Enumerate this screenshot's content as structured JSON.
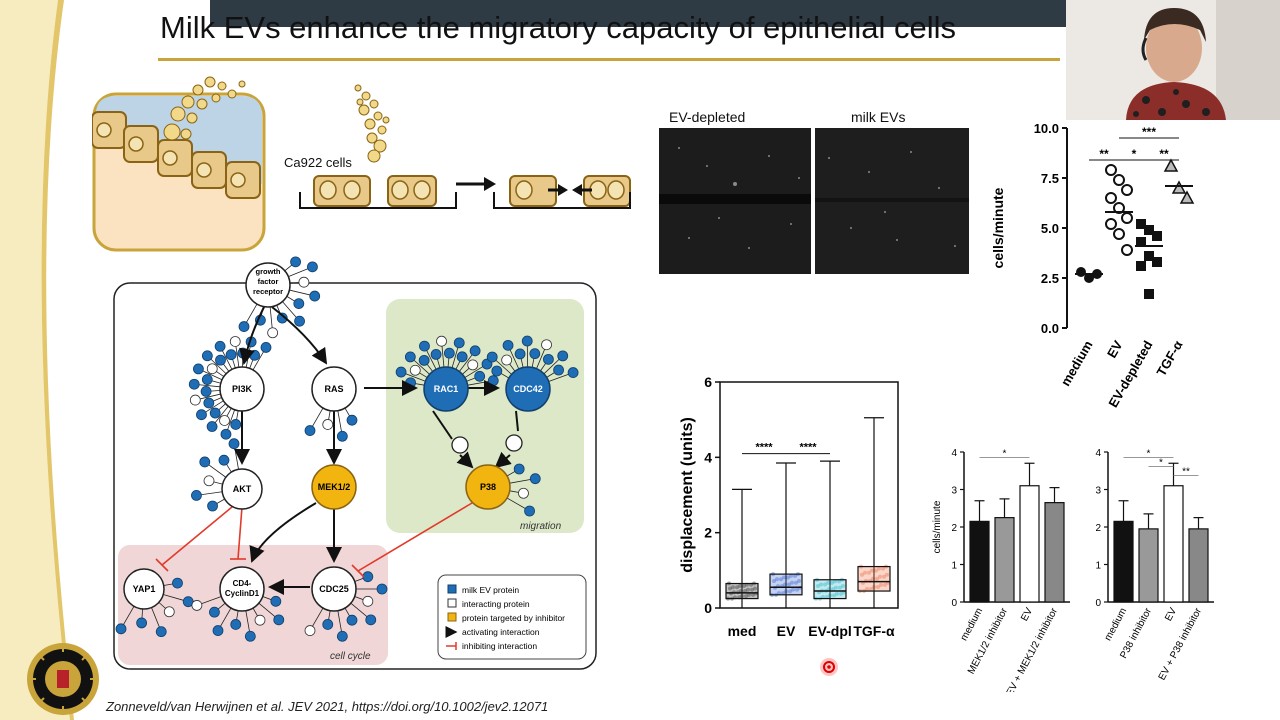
{
  "slide": {
    "title": "Milk EVs enhance the migratory capacity of epithelial cells",
    "citation": "Zonneveld/van Herwijnen et al. JEV 2021, https://doi.org/10.1002/jev2.12071"
  },
  "colors": {
    "gold_accent": "#c8a43a",
    "milk_ev_protein": "#1f6eb5",
    "inhibitor_target": "#f2b40f",
    "migration_panel": "#dce8c7",
    "cell_cycle_panel": "#f0d6d6",
    "ev_bar_color": "#ffffff",
    "medium_bar_color": "#111111",
    "inhibitor_bar_color": "#999999"
  },
  "schematic": {
    "cell_line_label": "Ca922 cells"
  },
  "microscopy": {
    "left_label": "EV-depleted",
    "right_label": "milk EVs"
  },
  "network": {
    "nodes": {
      "growth": [
        "growth",
        "factor",
        "receptor"
      ],
      "pi3k": "PI3K",
      "ras": "RAS",
      "rac1": "RAC1",
      "cdc42": "CDC42",
      "akt": "AKT",
      "mek": "MEK1/2",
      "p38": "P38",
      "yap1": "YAP1",
      "cd4_cyclin": [
        "CD4-",
        "CyclinD1"
      ],
      "cdc25": "CDC25"
    },
    "region_labels": {
      "migration": "migration",
      "cell_cycle": "cell cycle"
    },
    "legend": [
      "milk EV protein",
      "interacting protein",
      "protein targeted by inhibitor",
      "activating interaction",
      "inhibiting interaction"
    ]
  },
  "chart_data": [
    {
      "type": "scatter",
      "ylabel": "cells/minute",
      "ylim": [
        0,
        10
      ],
      "yticks": [
        "0.0",
        "2.5",
        "5.0",
        "7.5",
        "10.0"
      ],
      "categories": [
        "medium",
        "EV",
        "EV-depleted",
        "TGF-α"
      ],
      "points": [
        [
          2.8,
          2.5,
          2.7
        ],
        [
          7.9,
          7.4,
          6.9,
          6.5,
          6.0,
          5.5,
          5.2,
          4.7,
          3.9
        ],
        [
          5.2,
          4.9,
          4.6,
          4.3,
          3.6,
          3.3,
          3.1,
          1.7
        ],
        [
          8.1,
          7.0,
          6.5
        ]
      ],
      "means": [
        2.7,
        5.8,
        4.1,
        7.1
      ],
      "significance": [
        {
          "from": 1,
          "to": 3,
          "label": "***"
        },
        {
          "from": 0,
          "to": 1,
          "label": "**"
        },
        {
          "from": 1,
          "to": 2,
          "label": "*"
        },
        {
          "from": 2,
          "to": 3,
          "label": "**"
        }
      ]
    },
    {
      "type": "box",
      "ylabel": "displacement (units)",
      "ylim": [
        0,
        6
      ],
      "yticks": [
        "0",
        "2",
        "4",
        "6"
      ],
      "categories": [
        "med",
        "EV",
        "EV-dpl",
        "TGF-α"
      ],
      "series_colors": [
        "#555555",
        "#5b7fd6",
        "#4fc3d0",
        "#f08a6a"
      ],
      "whisker_min": [
        0,
        0,
        0,
        0
      ],
      "q1": [
        0.25,
        0.35,
        0.25,
        0.45
      ],
      "median": [
        0.4,
        0.55,
        0.45,
        0.7
      ],
      "q3": [
        0.65,
        0.9,
        0.75,
        1.1
      ],
      "whisker_max": [
        3.15,
        3.85,
        3.9,
        5.05
      ],
      "significance": [
        {
          "from": 0,
          "to": 1,
          "label": "****"
        },
        {
          "from": 1,
          "to": 2,
          "label": "****"
        }
      ]
    },
    {
      "type": "bar",
      "ylabel": "cells/minute",
      "ylim": [
        0,
        4
      ],
      "yticks": [
        "0",
        "1",
        "2",
        "3",
        "4"
      ],
      "categories": [
        "medium",
        "MEK1/2  inhibitor",
        "EV",
        "EV + MEK1/2 inhibitor"
      ],
      "values": [
        2.15,
        2.25,
        3.1,
        2.65
      ],
      "errors": [
        0.55,
        0.5,
        0.6,
        0.4
      ],
      "significance": [
        {
          "from": 0,
          "to": 2,
          "label": "*"
        }
      ]
    },
    {
      "type": "bar",
      "ylabel": "",
      "ylim": [
        0,
        4
      ],
      "yticks": [
        "0",
        "1",
        "2",
        "3",
        "4"
      ],
      "categories": [
        "medium",
        "P38 inhibitor",
        "EV",
        "EV + P38 inhibitor"
      ],
      "values": [
        2.15,
        1.95,
        3.1,
        1.95
      ],
      "errors": [
        0.55,
        0.4,
        0.6,
        0.3
      ],
      "significance": [
        {
          "from": 0,
          "to": 2,
          "label": "*"
        },
        {
          "from": 1,
          "to": 2,
          "label": "*"
        },
        {
          "from": 2,
          "to": 3,
          "label": "**"
        }
      ]
    }
  ]
}
